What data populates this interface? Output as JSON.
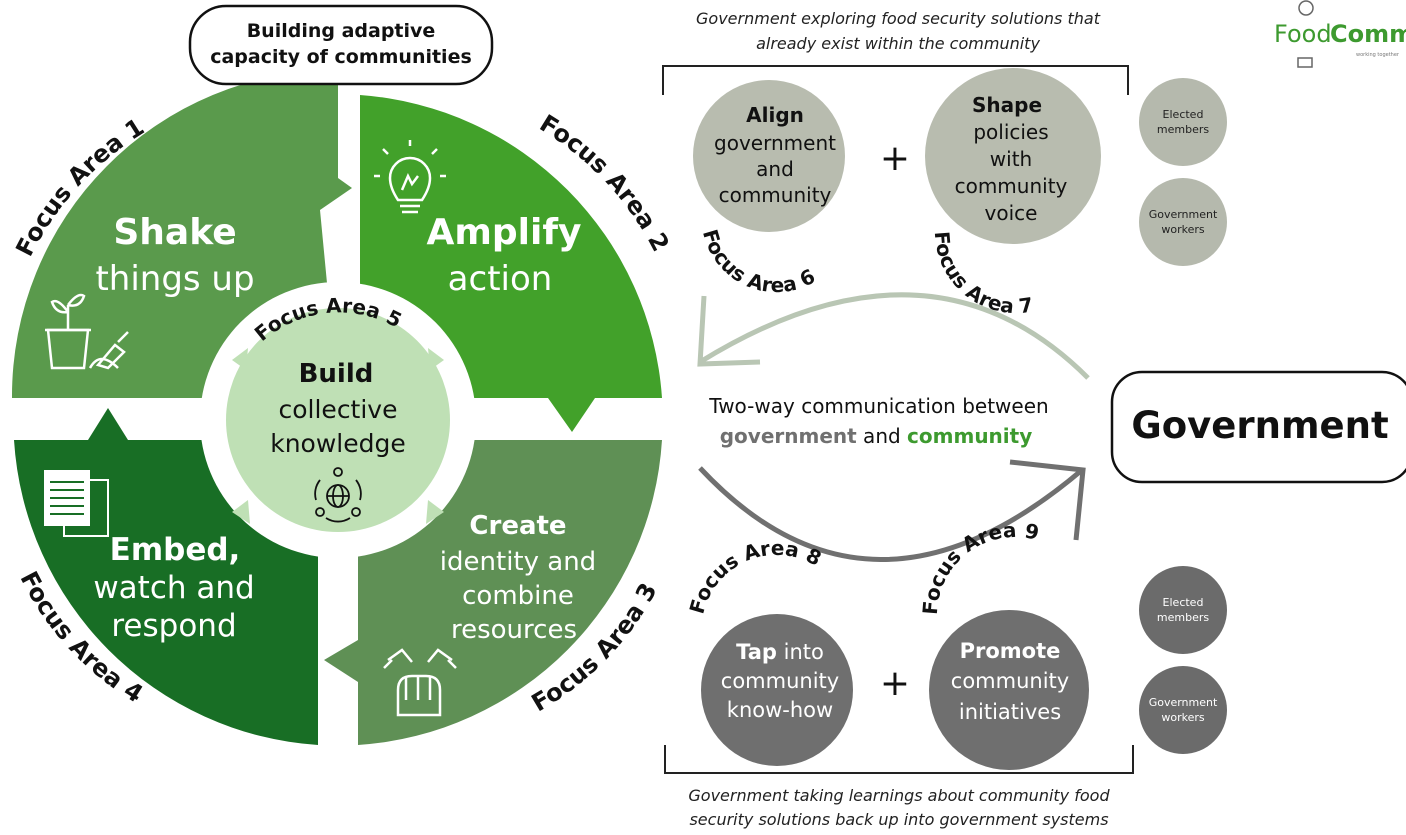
{
  "colors": {
    "q1": "#5a9a4c",
    "q2": "#42a12a",
    "q3": "#5f9055",
    "q4": "#186e25",
    "center": "#bfe0b5",
    "top_circle": "#b8bcaf",
    "bottom_circle": "#6f6f6f",
    "small_top": "#b5b9ad",
    "small_bottom": "#6b6b6b",
    "arrow_top": "#b9c6b4",
    "arrow_bottom": "#707070",
    "accent_gray": "#707070",
    "accent_green": "#3d9a2f"
  },
  "top_label": {
    "line1": "Building adaptive",
    "line2": "capacity of communities"
  },
  "quadrants": {
    "q1": {
      "arc": "Focus Area 1",
      "bold": "Shake",
      "rest1": "things up",
      "icon": "plant-pot-trowel-icon"
    },
    "q2": {
      "arc": "Focus Area 2",
      "bold": "Amplify",
      "rest1": "action",
      "icon": "lightbulb-icon"
    },
    "q3": {
      "arc": "Focus Area 3",
      "bold": "Create",
      "rest1": "identity and",
      "rest2": "combine",
      "rest3": "resources",
      "icon": "hands-together-icon"
    },
    "q4": {
      "arc": "Focus Area 4",
      "bold": "Embed,",
      "rest1": "watch and",
      "rest2": "respond",
      "icon": "documents-icon"
    }
  },
  "center": {
    "arc": "Focus Area 5",
    "bold": "Build",
    "rest1": "collective",
    "rest2": "knowledge",
    "icon": "global-network-icon"
  },
  "top_note": {
    "line1": "Government exploring food security solutions that",
    "line2": "already exist within the community"
  },
  "bottom_note": {
    "line1": "Government taking learnings about community food",
    "line2": "security solutions back up into government systems"
  },
  "fa6": {
    "arc": "Focus Area 6",
    "bold": "Align",
    "rest1": "government",
    "rest2": "and",
    "rest3": "community"
  },
  "fa7": {
    "arc": "Focus Area 7",
    "bold": "Shape",
    "rest1": "policies",
    "rest2": "with",
    "rest3": "community",
    "rest4": "voice"
  },
  "fa8": {
    "arc": "Focus Area 8",
    "bold": "Tap",
    "rest0": " into",
    "rest1": "community",
    "rest2": "know-how"
  },
  "fa9": {
    "arc": "Focus Area 9",
    "bold": "Promote",
    "rest1": "community",
    "rest2": "initiatives"
  },
  "plus": "+",
  "small_circles": {
    "top_elected": {
      "l1": "Elected",
      "l2": "members"
    },
    "top_gov": {
      "l1": "Government",
      "l2": "workers"
    },
    "bottom_elected": {
      "l1": "Elected",
      "l2": "members"
    },
    "bottom_gov": {
      "l1": "Government",
      "l2": "workers"
    }
  },
  "communication": {
    "line1": "Two-way communication between",
    "word_gov": "government",
    "and": " and ",
    "word_comm": "community"
  },
  "government_box": "Government",
  "logo": {
    "food": "Food",
    "comm": "Comm",
    "tagline": "working together"
  }
}
